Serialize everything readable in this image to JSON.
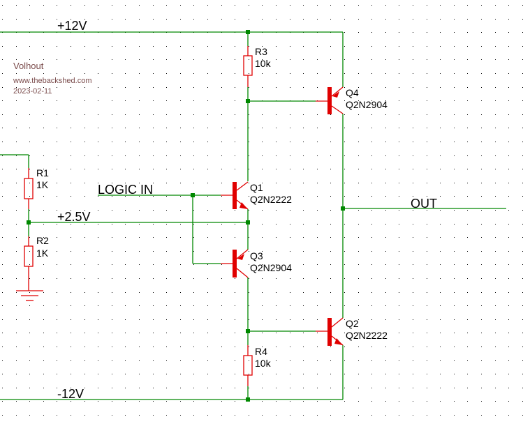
{
  "title_block": {
    "author": "Volhout",
    "website": "www.thebackshed.com",
    "date": "2023-02-11"
  },
  "nets": {
    "vpos": "+12V",
    "vneg": "-12V",
    "vmid": "+2.5V",
    "input": "LOGIC IN",
    "output": "OUT"
  },
  "components": {
    "R1": {
      "ref": "R1",
      "value": "1K"
    },
    "R2": {
      "ref": "R2",
      "value": "1K"
    },
    "R3": {
      "ref": "R3",
      "value": "10k"
    },
    "R4": {
      "ref": "R4",
      "value": "10k"
    },
    "Q1": {
      "ref": "Q1",
      "value": "Q2N2222"
    },
    "Q2": {
      "ref": "Q2",
      "value": "Q2N2222"
    },
    "Q3": {
      "ref": "Q3",
      "value": "Q2N2904"
    },
    "Q4": {
      "ref": "Q4",
      "value": "Q2N2904"
    }
  },
  "colors": {
    "wire": "#008800",
    "component": "#e00000",
    "title_text": "#7a4b4b"
  }
}
